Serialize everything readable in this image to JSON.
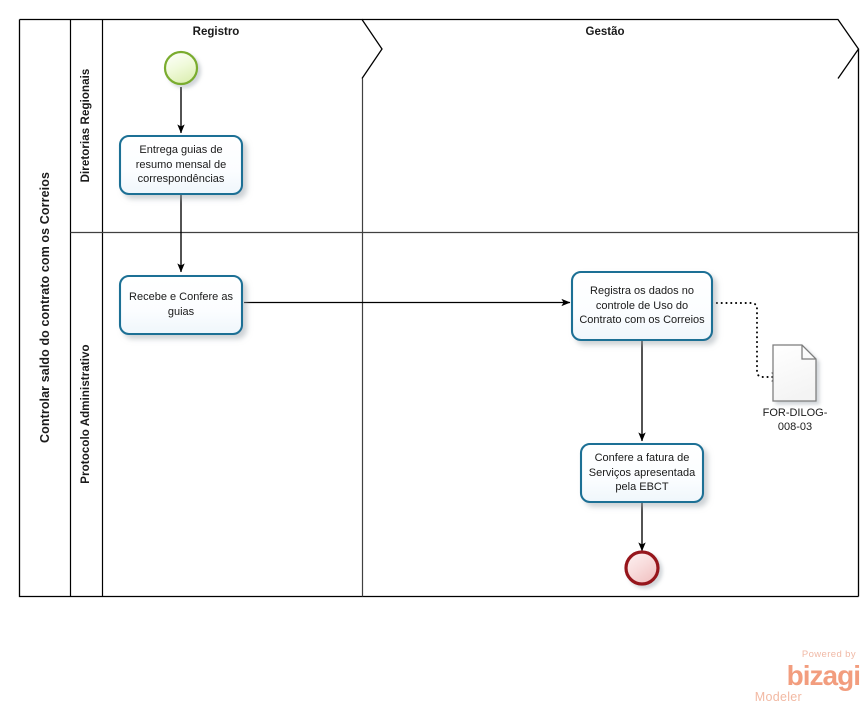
{
  "diagram": {
    "type": "bpmn-process",
    "pool": {
      "name": "Controlar saldo do contrato com os Correios",
      "lanes": [
        {
          "id": "lane-diretorias",
          "name": "Diretorias Regionais"
        },
        {
          "id": "lane-protocolo",
          "name": "Protocolo Administrativo"
        }
      ],
      "phases": [
        {
          "id": "phase-registro",
          "name": "Registro"
        },
        {
          "id": "phase-gestao",
          "name": "Gestão"
        }
      ]
    },
    "events": [
      {
        "id": "start-event",
        "type": "start",
        "lane": "lane-diretorias",
        "phase": "phase-registro",
        "label": ""
      },
      {
        "id": "end-event",
        "type": "end",
        "lane": "lane-protocolo",
        "phase": "phase-gestao",
        "label": ""
      }
    ],
    "tasks": [
      {
        "id": "task-entrega-guias",
        "label": "Entrega guias de resumo mensal de correspondências",
        "lane": "lane-diretorias",
        "phase": "phase-registro"
      },
      {
        "id": "task-recebe-confere",
        "label": "Recebe e Confere as guias",
        "lane": "lane-protocolo",
        "phase": "phase-registro"
      },
      {
        "id": "task-registra-dados",
        "label": "Registra os dados no controle de Uso do Contrato com os Correios",
        "lane": "lane-protocolo",
        "phase": "phase-gestao"
      },
      {
        "id": "task-confere-fatura",
        "label": "Confere a fatura de Serviços apresentada pela EBCT",
        "lane": "lane-protocolo",
        "phase": "phase-gestao"
      }
    ],
    "data_objects": [
      {
        "id": "doc-for-dilog",
        "label_line1": "FOR-DILOG-",
        "label_line2": "008-03",
        "label": "FOR-DILOG-008-03",
        "lane": "lane-protocolo",
        "phase": "phase-gestao"
      }
    ],
    "flows": [
      {
        "id": "flow-start-to-entrega",
        "type": "sequence",
        "from": "start-event",
        "to": "task-entrega-guias"
      },
      {
        "id": "flow-entrega-to-recebe",
        "type": "sequence",
        "from": "task-entrega-guias",
        "to": "task-recebe-confere"
      },
      {
        "id": "flow-recebe-to-registra",
        "type": "sequence",
        "from": "task-recebe-confere",
        "to": "task-registra-dados"
      },
      {
        "id": "flow-registra-to-confere",
        "type": "sequence",
        "from": "task-registra-dados",
        "to": "task-confere-fatura"
      },
      {
        "id": "flow-confere-to-end",
        "type": "sequence",
        "from": "task-confere-fatura",
        "to": "end-event"
      },
      {
        "id": "assoc-registra-to-doc",
        "type": "association",
        "from": "task-registra-dados",
        "to": "doc-for-dilog"
      }
    ]
  },
  "watermark": {
    "powered_by": "Powered by",
    "brand_b": "b",
    "brand_i": "i",
    "brand_z": "z",
    "brand_a": "a",
    "brand_g": "g",
    "brand_i2": "i",
    "brand": "bizagi",
    "product": "Modeler"
  },
  "colors": {
    "task_border": "#1b7095",
    "task_fill": "#fbfdfe",
    "start_border": "#7aac2e",
    "start_fill": "#eaf7cc",
    "end_border": "#96121a",
    "end_fill": "#f6d5d5",
    "pool_border": "#000000",
    "lane_border": "#404040",
    "connector": "#000000",
    "doc_border": "#7c7c7c",
    "brand_orange": "#f29d7e",
    "brand_peach": "#f2b49a"
  }
}
